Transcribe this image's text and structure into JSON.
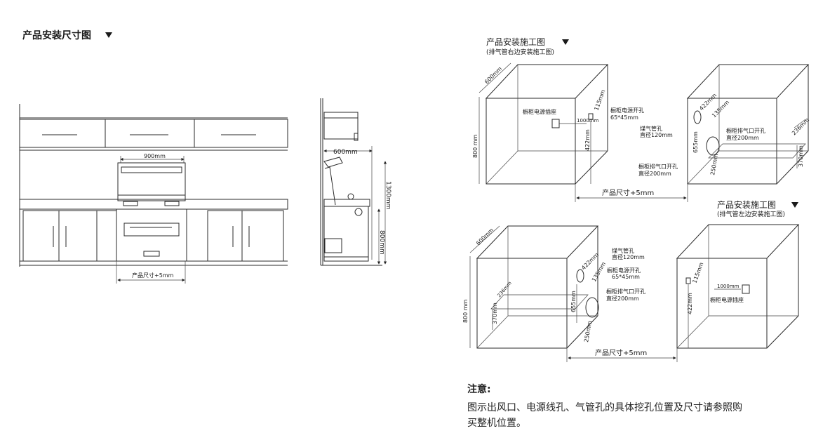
{
  "left": {
    "title": "产品安装尺寸图",
    "dim_900": "900mm",
    "dim_product": "产品尺寸+5mm",
    "dim_600": "600mm",
    "dim_1300": "1300mm",
    "dim_800": "800mm"
  },
  "right_top": {
    "title": "产品安装施工图",
    "subtitle": "(排气管右边安装施工图)",
    "d600": "600mm",
    "d800": "800 mm",
    "socket": "橱柜电源插座",
    "d1000": "1000mm",
    "d115": "115mm",
    "power_hole": "橱柜电源开孔",
    "power_size": "65*45mm",
    "d422a": "422mm",
    "d422b": "422mm",
    "d135": "135mm",
    "gas": "煤气管孔",
    "gas_size": "直径120mm",
    "exhaust": "橱柜排气口开孔",
    "exhaust_size": "直径200mm",
    "d655": "655mm",
    "d250": "250mm",
    "d236": "236mm",
    "d370": "370mm",
    "exhaust2": "橱柜排气口开孔",
    "exhaust2_size": "直径200mm",
    "product": "产品尺寸+5mm"
  },
  "right_bottom": {
    "title": "产品安装施工图",
    "subtitle": "(排气管左边安装施工图)",
    "d600": "600mm",
    "d800": "800 mm",
    "d236": "236mm",
    "d370": "370mm",
    "d422": "422mm",
    "gas": "煤气管孔",
    "gas_size": "直径120mm",
    "d135": "135mm",
    "d655": "655mm",
    "exhaust": "橱柜排气口开孔",
    "exhaust_size": "直径200mm",
    "d250": "250mm",
    "power_hole": "橱柜电源开孔",
    "power_size": "65*45mm",
    "d115": "115mm",
    "d1000": "1000mm",
    "d422b": "422mm",
    "socket": "橱柜电源插座",
    "product": "产品尺寸+5mm"
  },
  "note": {
    "title": "注意:",
    "line1": "图示出风口、电源线孔、气管孔的具体挖孔位置及尺寸请参照购",
    "line2": "买整机位置。"
  }
}
